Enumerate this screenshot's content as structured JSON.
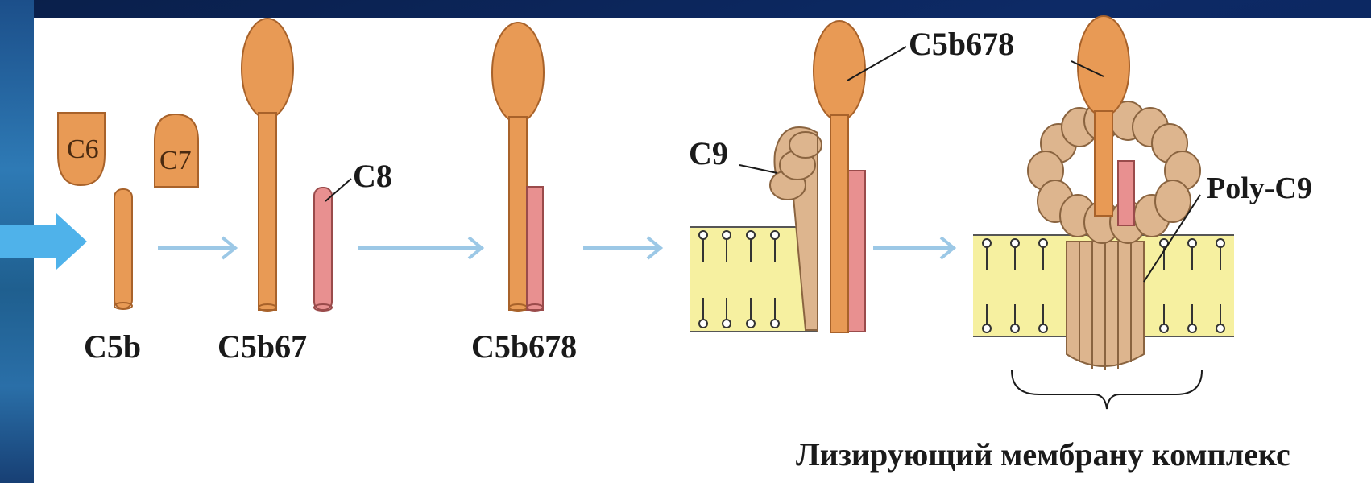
{
  "labels": {
    "c6": "C6",
    "c7": "C7",
    "c8": "C8",
    "c9": "C9",
    "c5b": "C5b",
    "c5b67": "C5b67",
    "c5b678": "C5b678",
    "c5b678_top": "C5b678",
    "poly_c9": "Poly-C9",
    "caption": "Лизирующий мембрану комплекс"
  },
  "colors": {
    "orange": "#e89a55",
    "orange_stroke": "#a8622a",
    "pink": "#e89090",
    "tan": "#ddb58e",
    "membrane": "#f6f0a0",
    "arrow": "#9cc8e6",
    "entry_arrow": "#4fb2ea"
  }
}
